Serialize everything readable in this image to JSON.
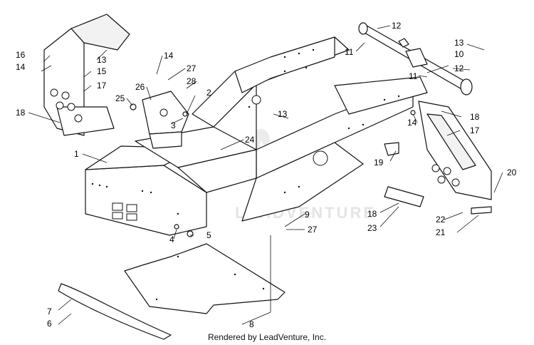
{
  "callouts": [
    "1",
    "2",
    "3",
    "4",
    "5",
    "6",
    "7",
    "8",
    "9",
    "10",
    "11",
    "11",
    "12",
    "12",
    "13",
    "13",
    "13",
    "14",
    "14",
    "14",
    "15",
    "16",
    "17",
    "17",
    "18",
    "18",
    "18",
    "19",
    "20",
    "21",
    "22",
    "23",
    "24",
    "25",
    "26",
    "27",
    "27",
    "28"
  ],
  "watermark": "LEADVENTURE",
  "footer": "Rendered by LeadVenture, Inc."
}
